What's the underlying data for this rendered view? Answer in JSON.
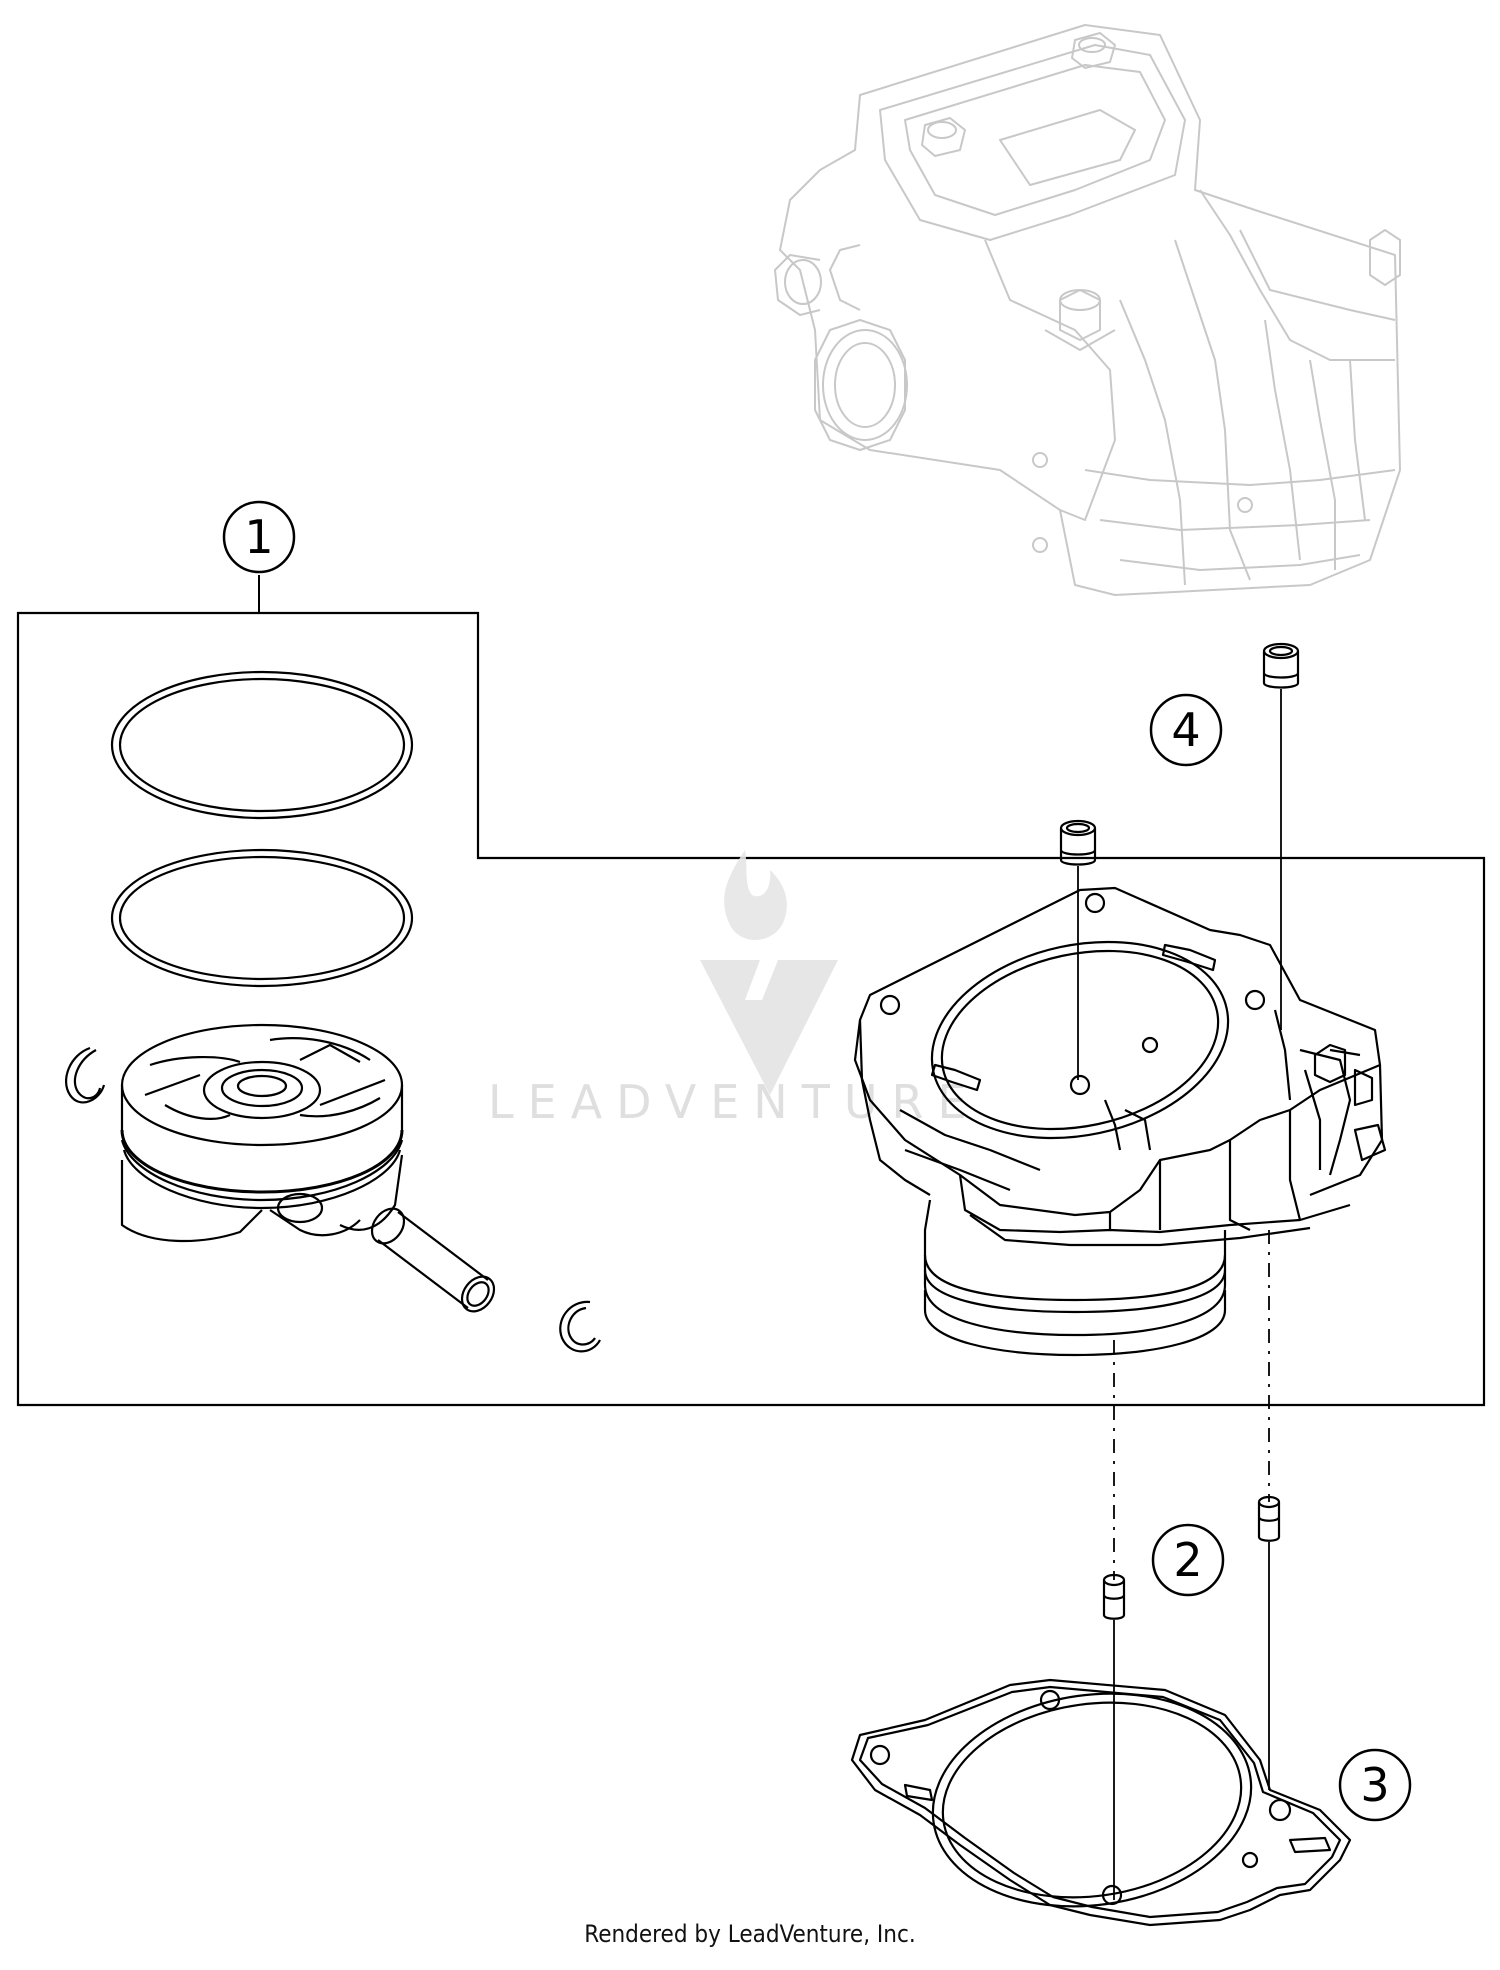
{
  "callouts": {
    "c1": "1",
    "c2": "2",
    "c3": "3",
    "c4": "4"
  },
  "watermark": {
    "text": "LEADVENTURE"
  },
  "footer": {
    "text": "Rendered by LeadVenture, Inc."
  },
  "colors": {
    "line": "#000000",
    "ghost_line": "#c8c8c8",
    "watermark": "#dcdcdc",
    "background": "#ffffff"
  }
}
